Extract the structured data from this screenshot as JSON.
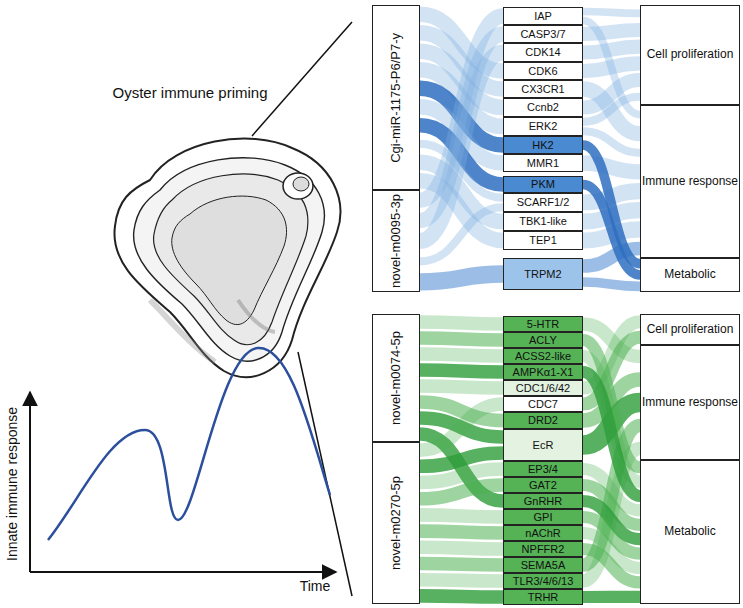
{
  "diagram": {
    "nodes": [
      {
        "text": [
          "Cgi-miR-1175-P6/P7-y"
        ]
      },
      {
        "text": [
          "novel-m0095-3p"
        ]
      },
      {
        "text": [
          "IAP"
        ]
      },
      {
        "text": [
          "CASP3/7"
        ]
      },
      {
        "text": [
          "CDK14"
        ]
      },
      {
        "text": [
          "CDK6"
        ]
      },
      {
        "text": [
          "CX3CR1"
        ]
      },
      {
        "text": [
          "Ccnb2"
        ]
      },
      {
        "text": [
          "ERK2"
        ]
      },
      {
        "text": [
          "HK2"
        ]
      },
      {
        "text": [
          "MMR1"
        ]
      },
      {
        "text": [
          "PKM"
        ]
      },
      {
        "text": [
          "SCARF1/2"
        ]
      },
      {
        "text": [
          "TBK1-like"
        ]
      },
      {
        "text": [
          "TEP1"
        ]
      },
      {
        "text": [
          "TRPM2"
        ]
      },
      {
        "text": [
          "Cell proliferation"
        ]
      },
      {
        "text": [
          "Immune response"
        ]
      },
      {
        "text": [
          "Metabolic"
        ]
      },
      {
        "text": [
          "novel-m0074-5p"
        ]
      },
      {
        "text": [
          "novel-m0270-5p"
        ]
      },
      {
        "text": [
          "5-HTR"
        ]
      },
      {
        "text": [
          "ACLY"
        ]
      },
      {
        "text": [
          "ACSS2-like"
        ]
      },
      {
        "text": [
          "AMPKα1-X1"
        ]
      },
      {
        "text": [
          "CDC1/6/42"
        ]
      },
      {
        "text": [
          "CDC7"
        ]
      },
      {
        "text": [
          "DRD2"
        ]
      },
      {
        "text": [
          "EcR"
        ]
      },
      {
        "text": [
          "EP3/4"
        ]
      },
      {
        "text": [
          "GAT2"
        ]
      },
      {
        "text": [
          "GnRHR"
        ]
      },
      {
        "text": [
          "GPI"
        ]
      },
      {
        "text": [
          "nAChR"
        ]
      },
      {
        "text": [
          "NPFFR2"
        ]
      },
      {
        "text": [
          "SEMA5A"
        ]
      },
      {
        "text": [
          "TLR3/4/6/13"
        ]
      },
      {
        "text": [
          "TRHR"
        ]
      },
      {
        "text": [
          "Cell proliferation"
        ]
      },
      {
        "text": [
          "Immune response"
        ]
      },
      {
        "text": [
          "Metabolic"
        ]
      }
    ],
    "edges": [
      {
        "from": 0,
        "to": 5,
        "arrow": "none"
      },
      {
        "from": 0,
        "to": 6,
        "arrow": "none"
      },
      {
        "from": 0,
        "to": 7,
        "arrow": "none"
      },
      {
        "from": 0,
        "to": 8,
        "arrow": "none"
      },
      {
        "from": 0,
        "to": 9,
        "arrow": "none"
      },
      {
        "from": 0,
        "to": 10,
        "arrow": "none"
      },
      {
        "from": 0,
        "to": 11,
        "arrow": "none"
      },
      {
        "from": 0,
        "to": 12,
        "arrow": "none"
      },
      {
        "from": 0,
        "to": 13,
        "arrow": "none"
      },
      {
        "from": 0,
        "to": 14,
        "arrow": "none"
      },
      {
        "from": 1,
        "to": 2,
        "arrow": "none"
      },
      {
        "from": 1,
        "to": 3,
        "arrow": "none"
      },
      {
        "from": 1,
        "to": 4,
        "arrow": "none"
      },
      {
        "from": 1,
        "to": 12,
        "arrow": "none"
      },
      {
        "from": 1,
        "to": 15,
        "arrow": "none"
      },
      {
        "from": 2,
        "to": 16,
        "arrow": "none"
      },
      {
        "from": 3,
        "to": 16,
        "arrow": "none"
      },
      {
        "from": 4,
        "to": 16,
        "arrow": "none"
      },
      {
        "from": 5,
        "to": 16,
        "arrow": "none"
      },
      {
        "from": 7,
        "to": 16,
        "arrow": "none"
      },
      {
        "from": 8,
        "to": 16,
        "arrow": "none"
      },
      {
        "from": 2,
        "to": 17,
        "arrow": "none"
      },
      {
        "from": 6,
        "to": 17,
        "arrow": "none"
      },
      {
        "from": 8,
        "to": 17,
        "arrow": "none"
      },
      {
        "from": 10,
        "to": 17,
        "arrow": "none"
      },
      {
        "from": 12,
        "to": 17,
        "arrow": "none"
      },
      {
        "from": 13,
        "to": 17,
        "arrow": "none"
      },
      {
        "from": 14,
        "to": 17,
        "arrow": "none"
      },
      {
        "from": 15,
        "to": 17,
        "arrow": "none"
      },
      {
        "from": 9,
        "to": 18,
        "arrow": "none"
      },
      {
        "from": 11,
        "to": 18,
        "arrow": "none"
      },
      {
        "from": 15,
        "to": 18,
        "arrow": "none"
      },
      {
        "from": 19,
        "to": 21,
        "arrow": "none"
      },
      {
        "from": 19,
        "to": 22,
        "arrow": "none"
      },
      {
        "from": 19,
        "to": 23,
        "arrow": "none"
      },
      {
        "from": 19,
        "to": 24,
        "arrow": "none"
      },
      {
        "from": 19,
        "to": 25,
        "arrow": "none"
      },
      {
        "from": 19,
        "to": 27,
        "arrow": "none"
      },
      {
        "from": 19,
        "to": 28,
        "arrow": "none"
      },
      {
        "from": 19,
        "to": 31,
        "arrow": "none"
      },
      {
        "from": 20,
        "to": 26,
        "arrow": "none"
      },
      {
        "from": 20,
        "to": 28,
        "arrow": "none"
      },
      {
        "from": 20,
        "to": 29,
        "arrow": "none"
      },
      {
        "from": 20,
        "to": 30,
        "arrow": "none"
      },
      {
        "from": 20,
        "to": 32,
        "arrow": "none"
      },
      {
        "from": 20,
        "to": 33,
        "arrow": "none"
      },
      {
        "from": 20,
        "to": 34,
        "arrow": "none"
      },
      {
        "from": 20,
        "to": 35,
        "arrow": "none"
      },
      {
        "from": 20,
        "to": 36,
        "arrow": "none"
      },
      {
        "from": 20,
        "to": 37,
        "arrow": "none"
      },
      {
        "from": 25,
        "to": 38,
        "arrow": "none"
      },
      {
        "from": 26,
        "to": 38,
        "arrow": "none"
      },
      {
        "from": 21,
        "to": 39,
        "arrow": "none"
      },
      {
        "from": 27,
        "to": 39,
        "arrow": "none"
      },
      {
        "from": 28,
        "to": 39,
        "arrow": "none"
      },
      {
        "from": 35,
        "to": 39,
        "arrow": "none"
      },
      {
        "from": 36,
        "to": 39,
        "arrow": "none"
      },
      {
        "from": 22,
        "to": 40,
        "arrow": "none"
      },
      {
        "from": 23,
        "to": 40,
        "arrow": "none"
      },
      {
        "from": 24,
        "to": 40,
        "arrow": "none"
      },
      {
        "from": 29,
        "to": 40,
        "arrow": "none"
      },
      {
        "from": 30,
        "to": 40,
        "arrow": "none"
      },
      {
        "from": 31,
        "to": 40,
        "arrow": "none"
      },
      {
        "from": 32,
        "to": 40,
        "arrow": "none"
      },
      {
        "from": 33,
        "to": 40,
        "arrow": "none"
      },
      {
        "from": 34,
        "to": 40,
        "arrow": "none"
      },
      {
        "from": 37,
        "to": 40,
        "arrow": "none"
      }
    ],
    "labels": [
      "Oyster immune priming",
      "Innate immune response",
      "Time"
    ]
  }
}
